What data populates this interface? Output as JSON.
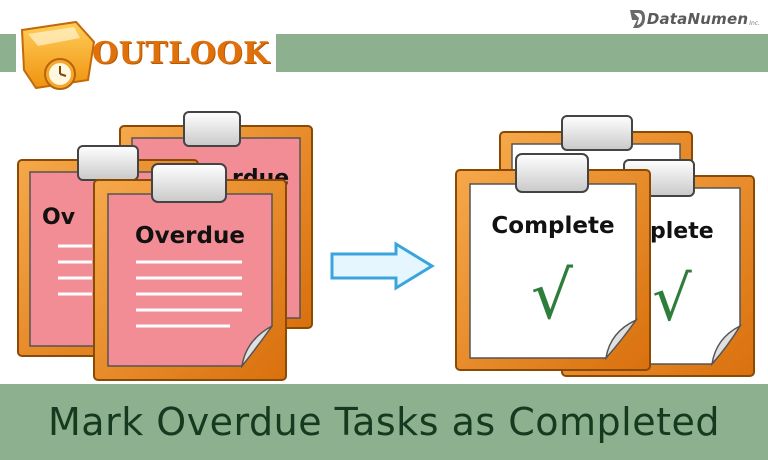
{
  "brand": {
    "name": "DataNumen",
    "suffix": "Inc."
  },
  "product": {
    "name": "OUTLOOK"
  },
  "before": {
    "clipboard_label": "Overdue",
    "partial_labels": [
      "Ov",
      "rdue"
    ]
  },
  "after": {
    "clipboard_label": "Complete",
    "partial_label": "plete",
    "mark_glyph": "√"
  },
  "arrow": {
    "icon": "right-arrow-icon"
  },
  "banner": {
    "title": "Mark Overdue Tasks as Completed"
  },
  "colors": {
    "band": "#8db08f",
    "banner_text": "#163a20",
    "brand_orange": "#e0700a",
    "clipboard_frame": "#e98e26",
    "overdue_paper": "#f28c95",
    "complete_paper": "#ffffff",
    "check": "#2e7d3a",
    "arrow": "#3aa4dc"
  }
}
